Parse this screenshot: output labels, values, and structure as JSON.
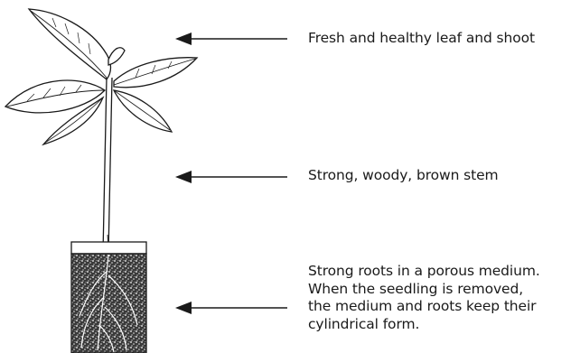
{
  "diagram": {
    "annotations": {
      "leaf": "Fresh and healthy leaf and shoot",
      "stem": "Strong, woody, brown stem",
      "roots": [
        "Strong roots in a porous medium.",
        "When the seedling is removed,",
        "the medium and roots keep their",
        "cylindrical form."
      ]
    },
    "colors": {
      "ink": "#1a1a1a",
      "soil": "#4a4a4a",
      "background": "#ffffff"
    }
  }
}
